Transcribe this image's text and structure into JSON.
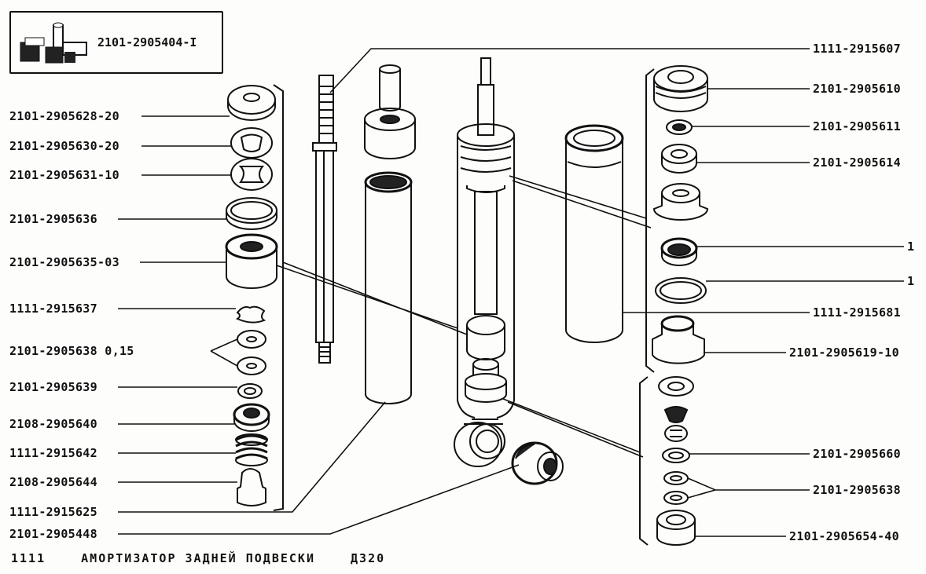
{
  "reference": {
    "code": "2101-2905404-I",
    "icon": "kit-package-icon"
  },
  "labels_left": [
    "2101-2905628-20",
    "2101-2905630-20",
    "2101-2905631-10",
    "2101-2905636",
    "2101-2905635-03",
    "1111-2915637",
    "2101-2905638 0,15",
    "2101-2905639",
    "2108-2905640",
    "1111-2915642",
    "2108-2905644",
    "1111-2915625",
    "2101-2905448"
  ],
  "labels_right": [
    "1111-2915607",
    "2101-2905610",
    "2101-2905611",
    "2101-2905614",
    "1",
    "1",
    "1111-2915681",
    "2101-2905619-10",
    "2101-2905660",
    "2101-2905638",
    "2101-2905654-40"
  ],
  "footer": {
    "model": "1111",
    "title": "АМОРТИЗАТОР ЗАДНЕЙ ПОДВЕСКИ",
    "code": "Д320"
  }
}
